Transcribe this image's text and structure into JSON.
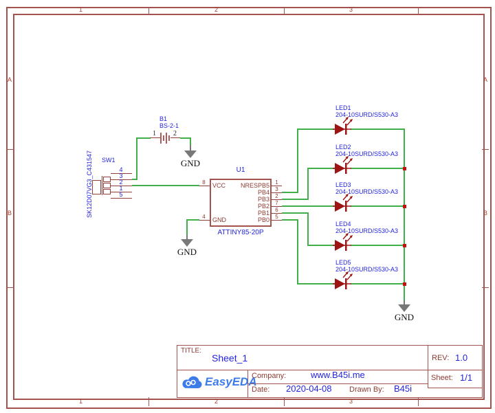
{
  "frame": {
    "columns": [
      "1",
      "2",
      "3"
    ],
    "rows": [
      "A",
      "B"
    ]
  },
  "title_block": {
    "title_label": "TITLE:",
    "title": "Sheet_1",
    "rev_label": "REV:",
    "rev": "1.0",
    "sheet_label": "Sheet:",
    "sheet": "1/1",
    "company_label": "Company:",
    "company": "www.B45i.me",
    "date_label": "Date:",
    "date": "2020-04-08",
    "drawn_by_label": "Drawn By:",
    "drawn_by": "B45i",
    "logo_text": "EasyEDA"
  },
  "components": {
    "battery": {
      "ref": "B1",
      "value": "BS-2-1",
      "pins": [
        "1",
        "2"
      ]
    },
    "switch": {
      "ref": "SW1",
      "value": "SK12D07VG3_C431547",
      "pins": [
        "4",
        "3",
        "2",
        "1",
        "5"
      ]
    },
    "mcu": {
      "ref": "U1",
      "value": "ATTINY85-20P",
      "left_pins": [
        {
          "num": "8",
          "name": "VCC"
        },
        {
          "num": "4",
          "name": "GND"
        }
      ],
      "right_pins": [
        {
          "num": "1",
          "name": "NRESPB5"
        },
        {
          "num": "3",
          "name": "PB4"
        },
        {
          "num": "2",
          "name": "PB3"
        },
        {
          "num": "7",
          "name": "PB2"
        },
        {
          "num": "6",
          "name": "PB1"
        },
        {
          "num": "5",
          "name": "PB0"
        }
      ]
    },
    "leds": [
      {
        "ref": "LED1",
        "part": "204-10SURD/S530-A3"
      },
      {
        "ref": "LED2",
        "part": "204-10SURD/S530-A3"
      },
      {
        "ref": "LED3",
        "part": "204-10SURD/S530-A3"
      },
      {
        "ref": "LED4",
        "part": "204-10SURD/S530-A3"
      },
      {
        "ref": "LED5",
        "part": "204-10SURD/S530-A3"
      }
    ]
  },
  "net_flags": {
    "gnd": "GND"
  },
  "colors": {
    "frame": "#a3524d",
    "wire": "#3faf4a",
    "symbol_red": "#9d1414",
    "component_outline": "#8f3f39",
    "label_blue": "#2323dd",
    "pin_text": "#8d3b32",
    "gnd_gray": "#787878",
    "junction_red": "#c11212",
    "logo_blue": "#3c7ce8"
  }
}
